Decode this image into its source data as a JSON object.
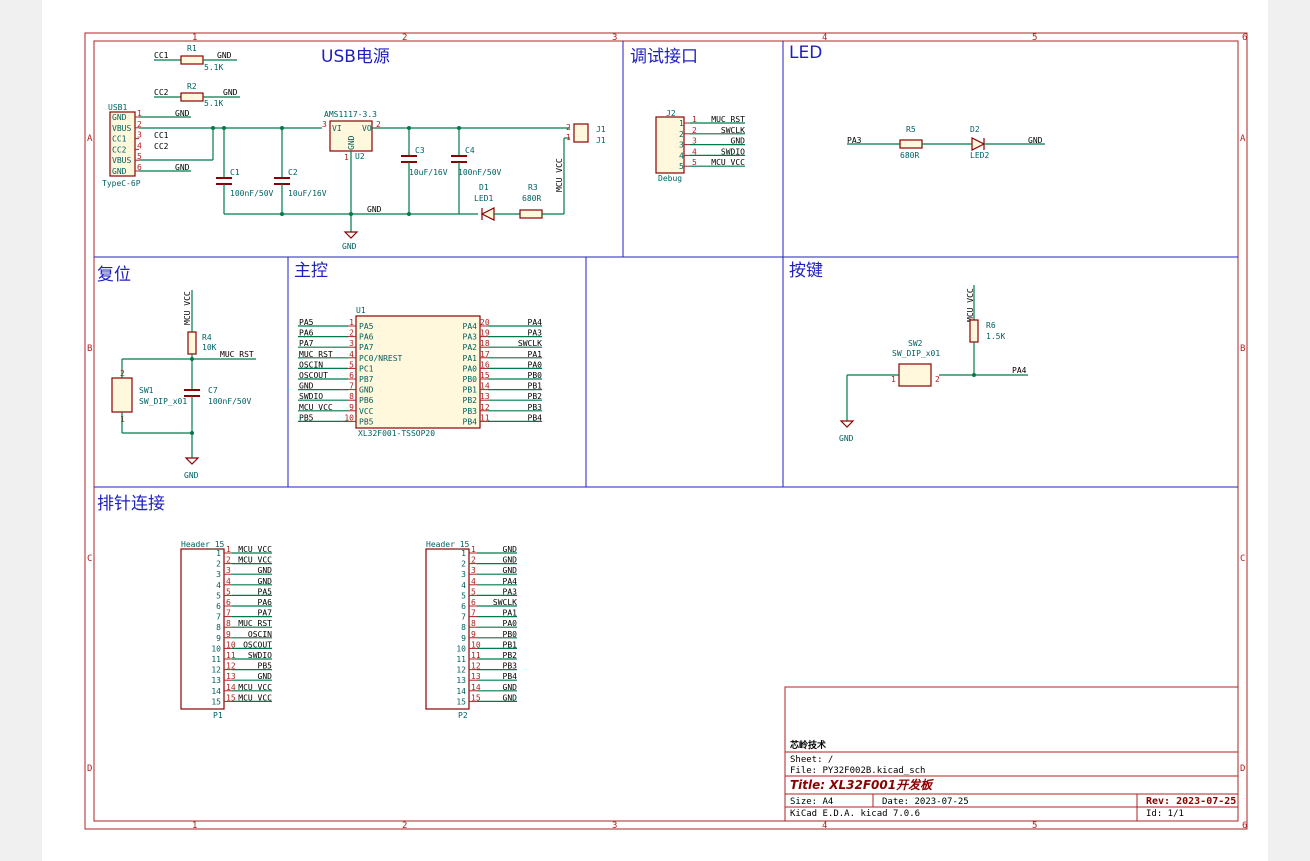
{
  "sections": {
    "usb": "USB电源",
    "debug": "调试接口",
    "led": "LED",
    "reset": "复位",
    "mcu": "主控",
    "key": "按键",
    "header": "排针连接"
  },
  "border": {
    "cols": [
      "1",
      "2",
      "3",
      "4",
      "5",
      "6"
    ],
    "rows": [
      "A",
      "B",
      "C",
      "D"
    ]
  },
  "usb": {
    "r1_ref": "R1",
    "r1_val": "5.1K",
    "r2_ref": "R2",
    "r2_val": "5.1K",
    "cc1": "CC1",
    "cc2": "CC2",
    "gnd": "GND",
    "usb_ref": "USB1",
    "usb_val": "TypeC-6P",
    "usb_pins": [
      "GND",
      "VBUS",
      "CC1",
      "CC2",
      "VBUS",
      "GND"
    ],
    "usb_nums": [
      "1",
      "2",
      "3",
      "4",
      "5",
      "6"
    ],
    "c1_ref": "C1",
    "c1_val": "100nF/50V",
    "c2_ref": "C2",
    "c2_val": "10uF/16V",
    "u2_name": "AMS1117-3.3",
    "u2_ref": "U2",
    "u2_vi": "VI",
    "u2_vo": "VO",
    "u2_gnd": "GND",
    "u2_p1": "1",
    "u2_p2": "2",
    "u2_p3": "3",
    "c3_ref": "C3",
    "c3_val": "10uF/16V",
    "c4_ref": "C4",
    "c4_val": "100nF/50V",
    "d1_ref": "D1",
    "d1_val": "LED1",
    "r3_ref": "R3",
    "r3_val": "680R",
    "j1_ref": "J1",
    "j1_ref2": "J1",
    "j1_p1": "1",
    "j1_p2": "2",
    "mcu_vcc": "MCU VCC",
    "gnd_sym": "GND"
  },
  "debug": {
    "ref": "J2",
    "val": "Debug",
    "pins": [
      "MUC RST",
      "SWCLK",
      "GND",
      "SWDIO",
      "MCU VCC"
    ],
    "nums": [
      "1",
      "2",
      "3",
      "4",
      "5"
    ]
  },
  "led": {
    "net": "PA3",
    "r5_ref": "R5",
    "r5_val": "680R",
    "d2_ref": "D2",
    "d2_val": "LED2",
    "gnd": "GND"
  },
  "reset": {
    "vcc": "MCU VCC",
    "r4_ref": "R4",
    "r4_val": "10K",
    "net": "MUC RST",
    "sw1_ref": "SW1",
    "sw1_val": "SW_DIP_x01",
    "c7_ref": "C7",
    "c7_val": "100nF/50V",
    "gnd": "GND",
    "sw_p1": "1",
    "sw_p2": "2"
  },
  "mcu": {
    "ref": "U1",
    "val": "XL32F001-TSSOP20",
    "left_nets": [
      "PA5",
      "PA6",
      "PA7",
      "MUC RST",
      "OSCIN",
      "OSCOUT",
      "GND",
      "SWDIO",
      "MCU VCC",
      "PB5"
    ],
    "left_pins": [
      "PA5",
      "PA6",
      "PA7",
      "PC0/NREST",
      "PC1",
      "PB7",
      "GND",
      "PB6",
      "VCC",
      "PB5"
    ],
    "left_nums": [
      "1",
      "2",
      "3",
      "4",
      "5",
      "6",
      "7",
      "8",
      "9",
      "10"
    ],
    "right_pins": [
      "PA4",
      "PA3",
      "PA2",
      "PA1",
      "PA0",
      "PB0",
      "PB1",
      "PB2",
      "PB3",
      "PB4"
    ],
    "right_nets": [
      "PA4",
      "PA3",
      "SWCLK",
      "PA1",
      "PA0",
      "PB0",
      "PB1",
      "PB2",
      "PB3",
      "PB4"
    ],
    "right_nums": [
      "20",
      "19",
      "18",
      "17",
      "16",
      "15",
      "14",
      "13",
      "12",
      "11"
    ]
  },
  "key": {
    "vcc": "MCU VCC",
    "r6_ref": "R6",
    "r6_val": "1.5K",
    "sw2_ref": "SW2",
    "sw2_val": "SW_DIP_x01",
    "net": "PA4",
    "gnd": "GND",
    "p1": "1",
    "p2": "2"
  },
  "p1": {
    "ref": "P1",
    "val": "Header_15",
    "nets": [
      "MCU VCC",
      "MCU VCC",
      "GND",
      "GND",
      "PA5",
      "PA6",
      "PA7",
      "MUC RST",
      "OSCIN",
      "OSCOUT",
      "SWDIO",
      "PB5",
      "GND",
      "MCU VCC",
      "MCU VCC"
    ]
  },
  "p2": {
    "ref": "P2",
    "val": "Header_15",
    "nets": [
      "GND",
      "GND",
      "GND",
      "PA4",
      "PA3",
      "SWCLK",
      "PA1",
      "PA0",
      "PB0",
      "PB1",
      "PB2",
      "PB3",
      "PB4",
      "GND",
      "GND"
    ]
  },
  "pin_nums": [
    "1",
    "2",
    "3",
    "4",
    "5",
    "6",
    "7",
    "8",
    "9",
    "10",
    "11",
    "12",
    "13",
    "14",
    "15"
  ],
  "title_block": {
    "company": "芯岭技术",
    "sheet": "Sheet: /",
    "file": "File: PY32F002B.kicad_sch",
    "title": "Title: XL32F001开发板",
    "size": "Size: A4",
    "date": "Date: 2023-07-25",
    "rev": "Rev: 2023-07-25",
    "tool": "KiCad E.D.A.  kicad 7.0.6",
    "id": "Id: 1/1"
  }
}
